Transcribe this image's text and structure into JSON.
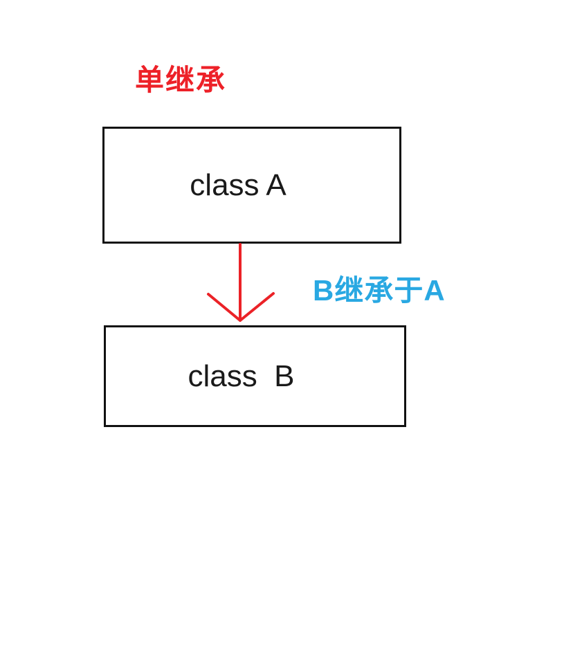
{
  "diagram": {
    "title": {
      "text": "单继承",
      "color": "#ed2128"
    },
    "nodes": [
      {
        "id": "class-a",
        "label": "class A"
      },
      {
        "id": "class-b",
        "label": "class  B"
      }
    ],
    "edge": {
      "from": "class-a",
      "to": "class-b",
      "label": "B继承于A",
      "label_color": "#29a8e2",
      "arrow_color": "#eb2227"
    },
    "colors": {
      "background": "#ffffff",
      "box_border": "#111111",
      "box_fill": "#ffffff",
      "node_text": "#1a1a1a"
    }
  }
}
